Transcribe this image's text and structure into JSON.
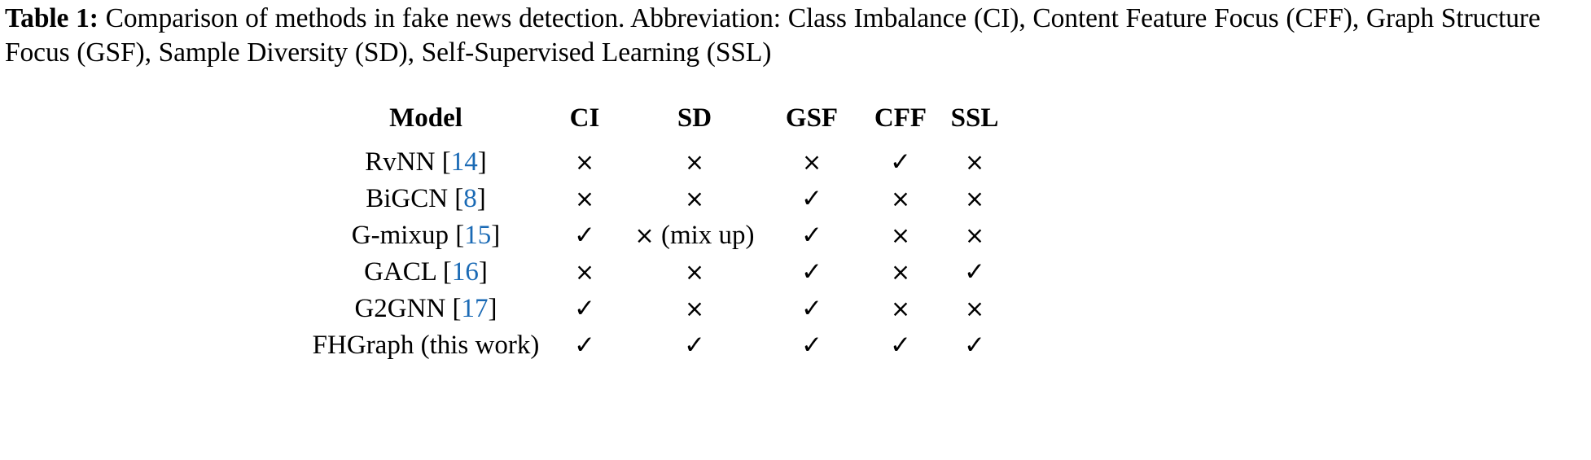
{
  "caption": {
    "label": "Table 1:",
    "text": " Comparison of methods in fake news detection. Abbreviation: Class Imbalance (CI), Content Feature Focus (CFF), Graph Structure Focus (GSF), Sample Diversity (SD), Self-Supervised Learning (SSL)"
  },
  "accent_color": "#1a6ab5",
  "symbols": {
    "check": "✓",
    "cross": "×"
  },
  "table": {
    "columns": [
      "Model",
      "CI",
      "SD",
      "GSF",
      "CFF",
      "SSL"
    ],
    "rows": [
      {
        "model_name": "RvNN",
        "citation": "14",
        "bracket_open": " [",
        "bracket_close": "]",
        "suffix": "",
        "CI": "×",
        "SD": "×",
        "SD_note": "",
        "GSF": "×",
        "CFF": "✓",
        "SSL": "×"
      },
      {
        "model_name": "BiGCN",
        "citation": "8",
        "bracket_open": " [",
        "bracket_close": "]",
        "suffix": "",
        "CI": "×",
        "SD": "×",
        "SD_note": "",
        "GSF": "✓",
        "CFF": "×",
        "SSL": "×"
      },
      {
        "model_name": "G-mixup",
        "citation": "15",
        "bracket_open": " [",
        "bracket_close": "]",
        "suffix": "",
        "CI": "✓",
        "SD": "×",
        "SD_note": " (mix up)",
        "GSF": "✓",
        "CFF": "×",
        "SSL": "×"
      },
      {
        "model_name": "GACL",
        "citation": "16",
        "bracket_open": " [",
        "bracket_close": "]",
        "suffix": "",
        "CI": "×",
        "SD": "×",
        "SD_note": "",
        "GSF": "✓",
        "CFF": "×",
        "SSL": "✓"
      },
      {
        "model_name": "G2GNN",
        "citation": "17",
        "bracket_open": " [",
        "bracket_close": "]",
        "suffix": "",
        "CI": "✓",
        "SD": "×",
        "SD_note": "",
        "GSF": "✓",
        "CFF": "×",
        "SSL": "×"
      },
      {
        "model_name": "FHGraph",
        "citation": "",
        "bracket_open": "",
        "bracket_close": "",
        "suffix": " (this work)",
        "CI": "✓",
        "SD": "✓",
        "SD_note": "",
        "GSF": "✓",
        "CFF": "✓",
        "SSL": "✓"
      }
    ]
  }
}
